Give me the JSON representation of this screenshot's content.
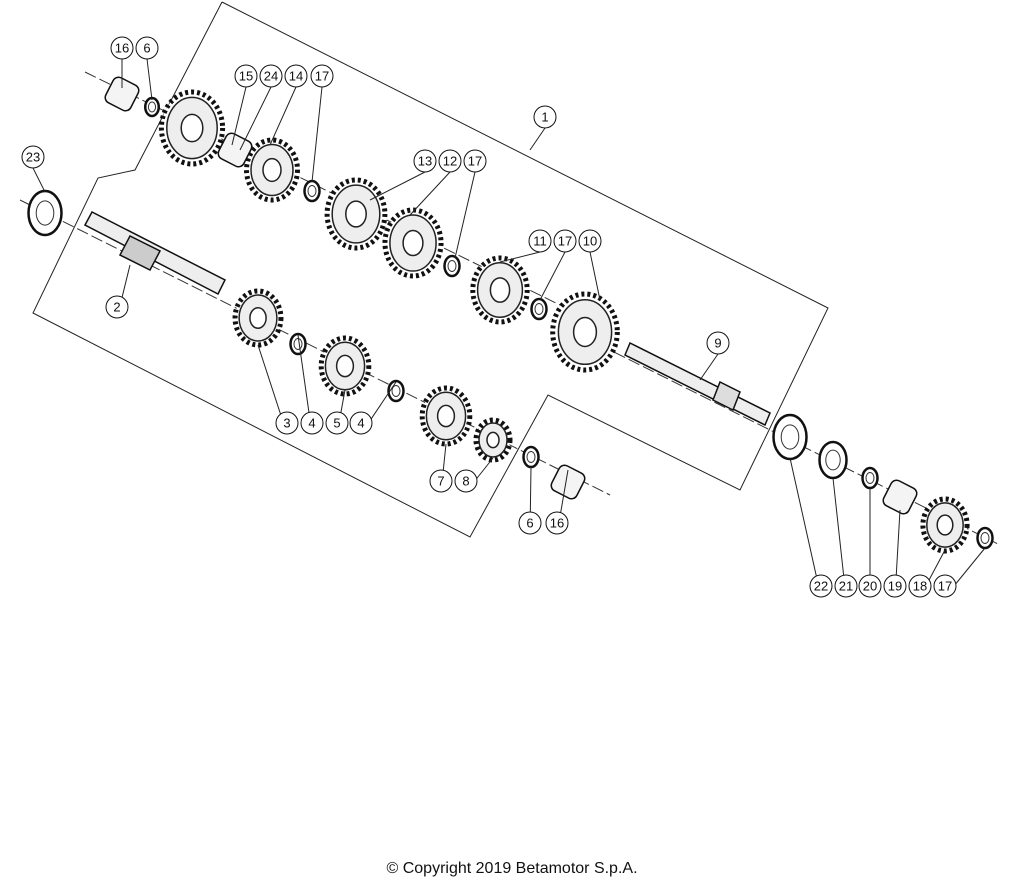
{
  "diagram": {
    "title": "Transmission shafts exploded view",
    "callouts": [
      "16",
      "6",
      "15",
      "24",
      "14",
      "17",
      "1",
      "23",
      "13",
      "12",
      "17",
      "11",
      "17",
      "10",
      "2",
      "9",
      "3",
      "4",
      "5",
      "4",
      "7",
      "8",
      "6",
      "16",
      "22",
      "21",
      "20",
      "19",
      "18",
      "17"
    ]
  },
  "footer": {
    "copyright": "© Copyright 2019 Betamotor S.p.A."
  }
}
